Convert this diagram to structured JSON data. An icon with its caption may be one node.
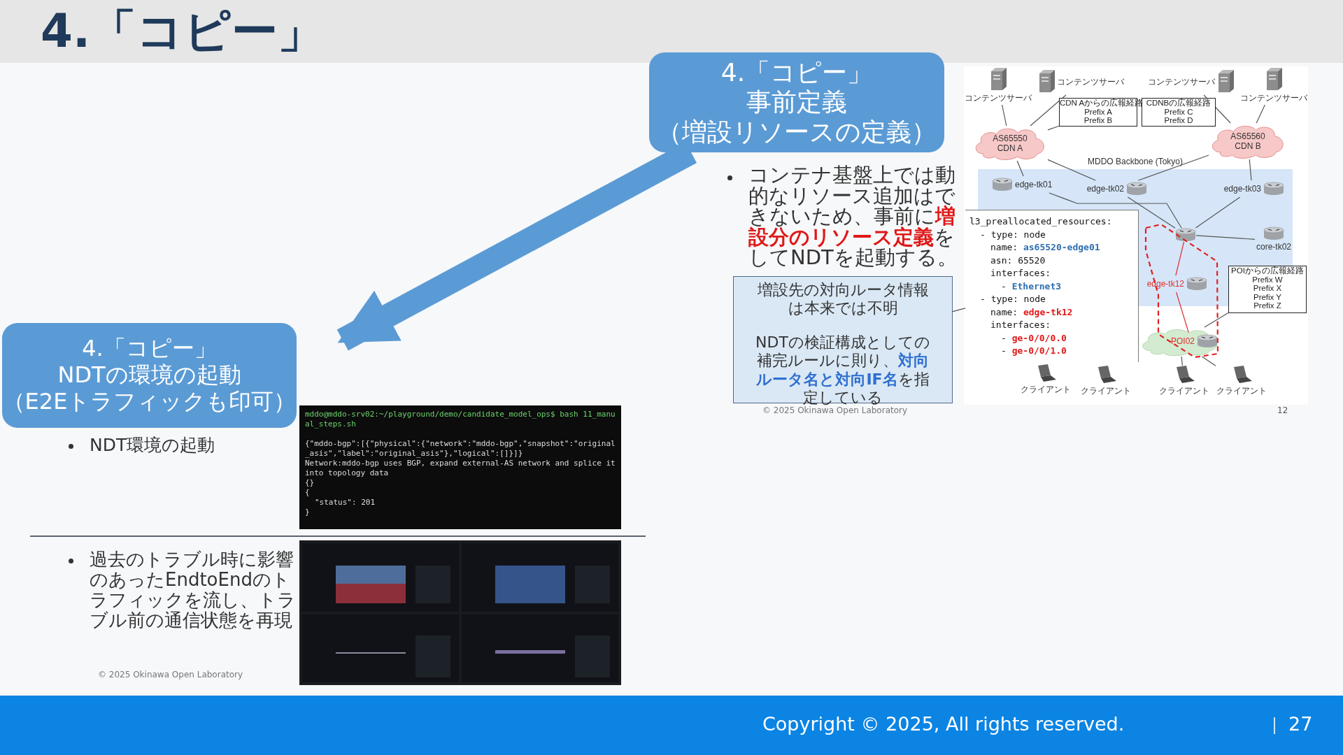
{
  "diagram": {
    "title": "4.「コピー」",
    "nodes": [
      {
        "text": [
          "4.「コピー」",
          "事前定義",
          "（増設リソースの定義）"
        ]
      },
      {
        "text": [
          "4.「コピー」",
          "NDTの環境の起動",
          "（E2Eトラフィックも印可）"
        ]
      },
      {
        "text": [
          "増設先の対向ルータ情報は本来では不明",
          "NDTの検証構成としての補完ルールに則り、**対向ルータ名と対向IF名**を指定している"
        ]
      },
      {
        "text": [
          "l3_preallocated_resources:",
          "- type: node",
          "name: **as65520-edge01**",
          "asn: 65520",
          "interfaces:",
          "- **Ethernet3**",
          "- type: node",
          "name: **edge-tk12**",
          "interfaces:",
          "- **ge-0/0/0.0**",
          "- **ge-0/0/1.0**"
        ]
      },
      {
        "text": [
          "コンテンツサーバ"
        ]
      },
      {
        "text": [
          "コンテンツサーバ"
        ]
      },
      {
        "text": [
          "コンテンツサーバ"
        ]
      },
      {
        "text": [
          "コンテンツサーバ"
        ]
      },
      {
        "text": [
          "CDN Aからの広報経路",
          "Prefix A",
          "Prefix B"
        ]
      },
      {
        "text": [
          "CDNBの広報経路",
          "Prefix C",
          "Prefix D"
        ]
      },
      {
        "text": [
          "AS65550",
          "CDN A"
        ]
      },
      {
        "text": [
          "AS65560",
          "CDN B"
        ]
      },
      {
        "text": [
          "MDDO Backbone (Tokyo)"
        ]
      },
      {
        "text": [
          "edge-tk01"
        ],
        "in": 12
      },
      {
        "text": [
          "edge-tk02"
        ],
        "in": 12
      },
      {
        "text": [
          "edge-tk03"
        ],
        "in": 12
      },
      {
        "text": [],
        "shape": "router",
        "in": 12
      },
      {
        "text": [
          "core-tk02"
        ],
        "in": 12
      },
      {
        "text": [
          "edge-tk12"
        ],
        "in": 12
      },
      {
        "text": [
          "POIからの広報経路",
          "Prefix W",
          "Prefix X",
          "Prefix Y",
          "Prefix Z"
        ]
      },
      {
        "text": [],
        "shape": "cloud"
      },
      {
        "text": [
          "POI02"
        ],
        "in": 20
      },
      {
        "text": [
          "クライアント"
        ]
      },
      {
        "text": [
          "クライアント"
        ]
      },
      {
        "text": [
          "クライアント"
        ]
      },
      {
        "text": [
          "クライアント"
        ]
      }
    ],
    "edges": [
      {
        "from": 0,
        "to": 1,
        "arrow": "to",
        "style": "thick",
        "color": "#5b9bd5"
      },
      {
        "from": 2,
        "to": 3,
        "arrow": "none"
      },
      {
        "from": 4,
        "to": 10,
        "arrow": "none"
      },
      {
        "from": 5,
        "to": 10,
        "arrow": "none"
      },
      {
        "from": 6,
        "to": 11,
        "arrow": "none"
      },
      {
        "from": 7,
        "to": 11,
        "arrow": "none"
      },
      {
        "from": 8,
        "to": 10,
        "arrow": "none"
      },
      {
        "from": 9,
        "to": 11,
        "arrow": "none"
      },
      {
        "from": 10,
        "to": 13,
        "arrow": "none"
      },
      {
        "from": 10,
        "to": 14,
        "arrow": "none"
      },
      {
        "from": 11,
        "to": 14,
        "arrow": "none"
      },
      {
        "from": 11,
        "to": 15,
        "arrow": "none"
      },
      {
        "from": 13,
        "to": 16,
        "arrow": "none"
      },
      {
        "from": 14,
        "to": 16,
        "arrow": "none"
      },
      {
        "from": 15,
        "to": 16,
        "arrow": "none"
      },
      {
        "from": 16,
        "to": 17,
        "arrow": "none"
      },
      {
        "from": 16,
        "to": 18,
        "arrow": "none",
        "color": "#e03030"
      },
      {
        "from": 18,
        "to": 21,
        "arrow": "none",
        "color": "#e03030"
      },
      {
        "from": 19,
        "to": 20,
        "arrow": "none"
      },
      {
        "from": 20,
        "to": 24,
        "arrow": "none"
      },
      {
        "from": 20,
        "to": 25,
        "arrow": "none"
      }
    ],
    "labels": [
      "コンテナ基盤上では動的なリソース追加はできないため、事前に**増設分のリソース定義**をしてNDTを起動する。",
      "NDT環境の起動",
      "過去のトラブル時に影響のあったEndtoEndのトラフィックを流し、トラブル前の通信状態を再現",
      "mddo@mddo-srv02:~/playground/demo/candidate_model_ops$ bash 11_manual_steps.sh",
      "{\"mddo-bgp\":[{\"physical\":{\"network\":\"mddo-bgp\",\"snapshot\":\"original_asis\",\"label\":\"original_asis\"},\"logical\":[]}]}",
      "Network:mddo-bgp uses BGP, expand external-AS network and splice it into topology data",
      "{}",
      "{",
      "\"status\": 201",
      "}",
      "© 2025 Okinawa Open Laboratory",
      "© 2025 Okinawa Open Laboratory",
      "12",
      "Copyright © 2025, All rights reserved.",
      "27"
    ]
  }
}
